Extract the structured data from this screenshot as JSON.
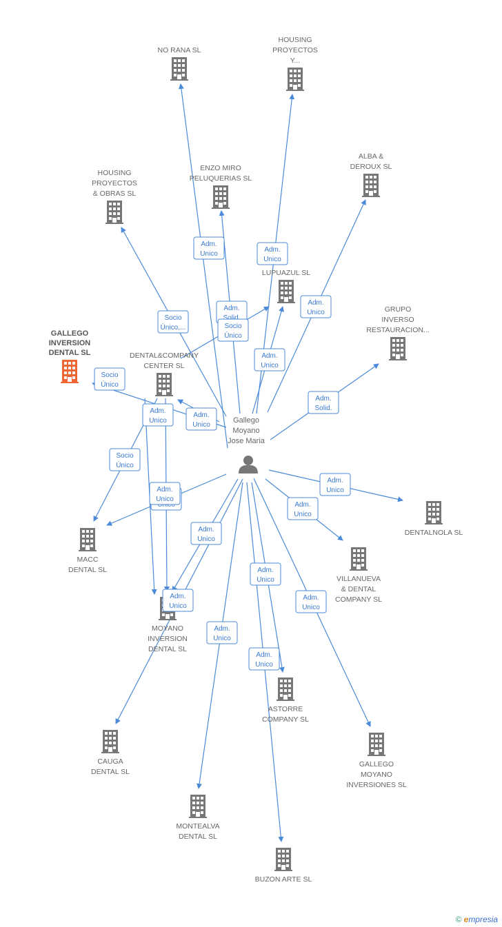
{
  "center": {
    "name": [
      "Gallego",
      "Moyano",
      "Jose Maria"
    ],
    "icon": "person-icon"
  },
  "colors": {
    "edge": "#4a8ad8",
    "building": "#777777",
    "highlight": "#ee6633",
    "text": "#666666"
  },
  "companies": [
    {
      "id": "no-rana",
      "label": [
        "NO RANA SL"
      ]
    },
    {
      "id": "housing-proyectos-y",
      "label": [
        "HOUSING",
        "PROYECTOS",
        "Y..."
      ]
    },
    {
      "id": "enzo-miro",
      "label": [
        "ENZO MIRO",
        "PELUQUERIAS SL"
      ]
    },
    {
      "id": "alba-deroux",
      "label": [
        "ALBA &",
        "DEROUX SL"
      ]
    },
    {
      "id": "housing-proyectos-obras",
      "label": [
        "HOUSING",
        "PROYECTOS",
        "& OBRAS SL"
      ]
    },
    {
      "id": "lupuazul",
      "label": [
        "LUPUAZUL SL"
      ]
    },
    {
      "id": "grupo-inverso",
      "label": [
        "GRUPO",
        "INVERSO",
        "RESTAURACION..."
      ]
    },
    {
      "id": "gallego-inversion",
      "label": [
        "GALLEGO",
        "INVERSION",
        "DENTAL SL"
      ],
      "highlight": true
    },
    {
      "id": "dental-company",
      "label": [
        "DENTAL&COMPANY",
        "CENTER SL"
      ]
    },
    {
      "id": "macc",
      "label": [
        "MACC",
        "DENTAL SL"
      ]
    },
    {
      "id": "dentalnola",
      "label": [
        "DENTALNOLA SL"
      ]
    },
    {
      "id": "villanueva",
      "label": [
        "VILLANUEVA",
        "& DENTAL",
        "COMPANY SL"
      ]
    },
    {
      "id": "moyano-inversion",
      "label": [
        "MOYANO",
        "INVERSION",
        "DENTAL SL"
      ]
    },
    {
      "id": "astorre",
      "label": [
        "ASTORRE",
        "COMPANY SL"
      ]
    },
    {
      "id": "cauga",
      "label": [
        "CAUGA",
        "DENTAL SL"
      ]
    },
    {
      "id": "gallego-moyano-inv",
      "label": [
        "GALLEGO",
        "MOYANO",
        "INVERSIONES SL"
      ]
    },
    {
      "id": "montealva",
      "label": [
        "MONTEALVA",
        "DENTAL SL"
      ]
    },
    {
      "id": "buzon-arte",
      "label": [
        "BUZON ARTE SL"
      ]
    }
  ],
  "edges": [
    {
      "id": "e-no-rana",
      "label": [
        "Adm.",
        "Unico"
      ]
    },
    {
      "id": "e-housing-y",
      "label": [
        "Adm.",
        "Unico"
      ]
    },
    {
      "id": "e-enzo",
      "label": [
        "Adm.",
        "Solid."
      ]
    },
    {
      "id": "e-alba",
      "label": [
        "Adm.",
        "Unico"
      ]
    },
    {
      "id": "e-housing-obras",
      "label": [
        "Socio",
        "Único,..."
      ]
    },
    {
      "id": "e-lupuazul-socio",
      "label": [
        "Socio",
        "Único"
      ]
    },
    {
      "id": "e-lupuazul-adm",
      "label": [
        "Adm.",
        "Unico"
      ]
    },
    {
      "id": "e-grupo",
      "label": [
        "Adm.",
        "Solid."
      ]
    },
    {
      "id": "e-gallego-inv",
      "label": [
        "Socio",
        "Único"
      ]
    },
    {
      "id": "e-dental-company",
      "label": [
        "Adm.",
        "Unico"
      ]
    },
    {
      "id": "e-macc",
      "label": [
        "Adm.",
        "Unico"
      ]
    },
    {
      "id": "e-dentalnola",
      "label": [
        "Adm.",
        "Unico"
      ]
    },
    {
      "id": "e-villanueva",
      "label": [
        "Adm.",
        "Unico"
      ]
    },
    {
      "id": "e-moyano-inv",
      "label": [
        "Adm.",
        "Unico"
      ]
    },
    {
      "id": "e-astorre",
      "label": [
        "Adm.",
        "Unico"
      ]
    },
    {
      "id": "e-cauga",
      "label": [
        "Adm.",
        "Unico"
      ]
    },
    {
      "id": "e-gallego-moyano",
      "label": [
        "Adm.",
        "Unico"
      ]
    },
    {
      "id": "e-montealva",
      "label": [
        "Adm.",
        "Unico"
      ]
    },
    {
      "id": "e-buzon",
      "label": [
        "Adm.",
        "Unico"
      ]
    },
    {
      "id": "e-dc-macc",
      "label": [
        "Socio",
        "Único"
      ]
    },
    {
      "id": "e-dc-moyano",
      "label": [
        "Adm.",
        "Unico"
      ]
    },
    {
      "id": "e-dc-cauga",
      "label": [
        "Adm.",
        "Unico"
      ]
    }
  ],
  "footer": {
    "copyright": "©",
    "brand_initial": "e",
    "brand_rest": "mpresia"
  }
}
